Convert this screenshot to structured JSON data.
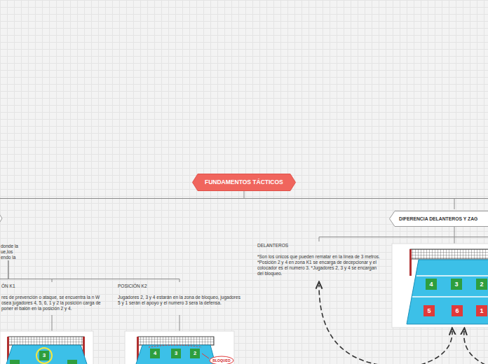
{
  "diagram": {
    "title": "FUNDAMENTOS TÁCTICOS",
    "nodes": [
      {
        "text": [
          "FUNDAMENTOS TÁCTICOS"
        ]
      },
      {
        "text": [
          "DIFERENCIA DELANTEROS Y ZAG"
        ]
      },
      {
        "text": [
          "donde la ue,los endo la"
        ]
      },
      {
        "text": [
          "ÓN K1",
          "res de prevención o ataque, se encuentra la n W osea jugadores 4, 5, 6, 1 y 2 la posición carga de poner el balón en la posición 2 y 4."
        ]
      },
      {
        "text": [
          "POSICIÓN K2",
          "Jugadores 2, 3 y 4 estarán en la zona de bloqueo, jugadores 5 y 1 serán el apoyo y el numero 3 sera la defensa."
        ]
      },
      {
        "text": [
          "DELANTEROS",
          "*Son los únicos que pueden rematar en la línea de 3 metros. *Posición 2 y 4 en zona K1 se encarga de decepcionar y el colocador es el numero 3. *Jugadores 2, 3 y 4 se encargan del bloqueo."
        ]
      }
    ],
    "edges": [
      {
        "from": 0,
        "to": 1,
        "arrow": "none"
      },
      {
        "from": 1,
        "to": 5,
        "arrow": "none"
      },
      {
        "from": 2,
        "to": 3,
        "arrow": "none"
      },
      {
        "from": 2,
        "to": 4,
        "arrow": "none"
      }
    ],
    "labels": [
      "4",
      "3",
      "2",
      "5",
      "6",
      "1",
      "3",
      "4",
      "3",
      "2",
      "BLOQUEO"
    ]
  }
}
